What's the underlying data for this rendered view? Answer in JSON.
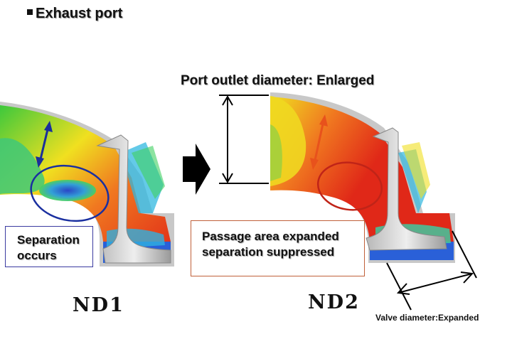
{
  "title": "Exhaust port",
  "port_outlet_label": "Port outlet diameter: Enlarged",
  "separation_box": {
    "line1": "Separation",
    "line2": "occurs"
  },
  "passage_box": {
    "line1": "Passage area expanded",
    "line2": "separation suppressed"
  },
  "left_label": "ND1",
  "right_label": "ND2",
  "valve_label": "Valve diameter:Expanded",
  "colors": {
    "left_arrow": "#1a2f9a",
    "left_ellipse": "#1a2fa0",
    "right_arrow": "#e8521c",
    "right_ellipse": "#c02418",
    "separation_border": "#3a3aa0",
    "passage_border": "#c0603a"
  }
}
